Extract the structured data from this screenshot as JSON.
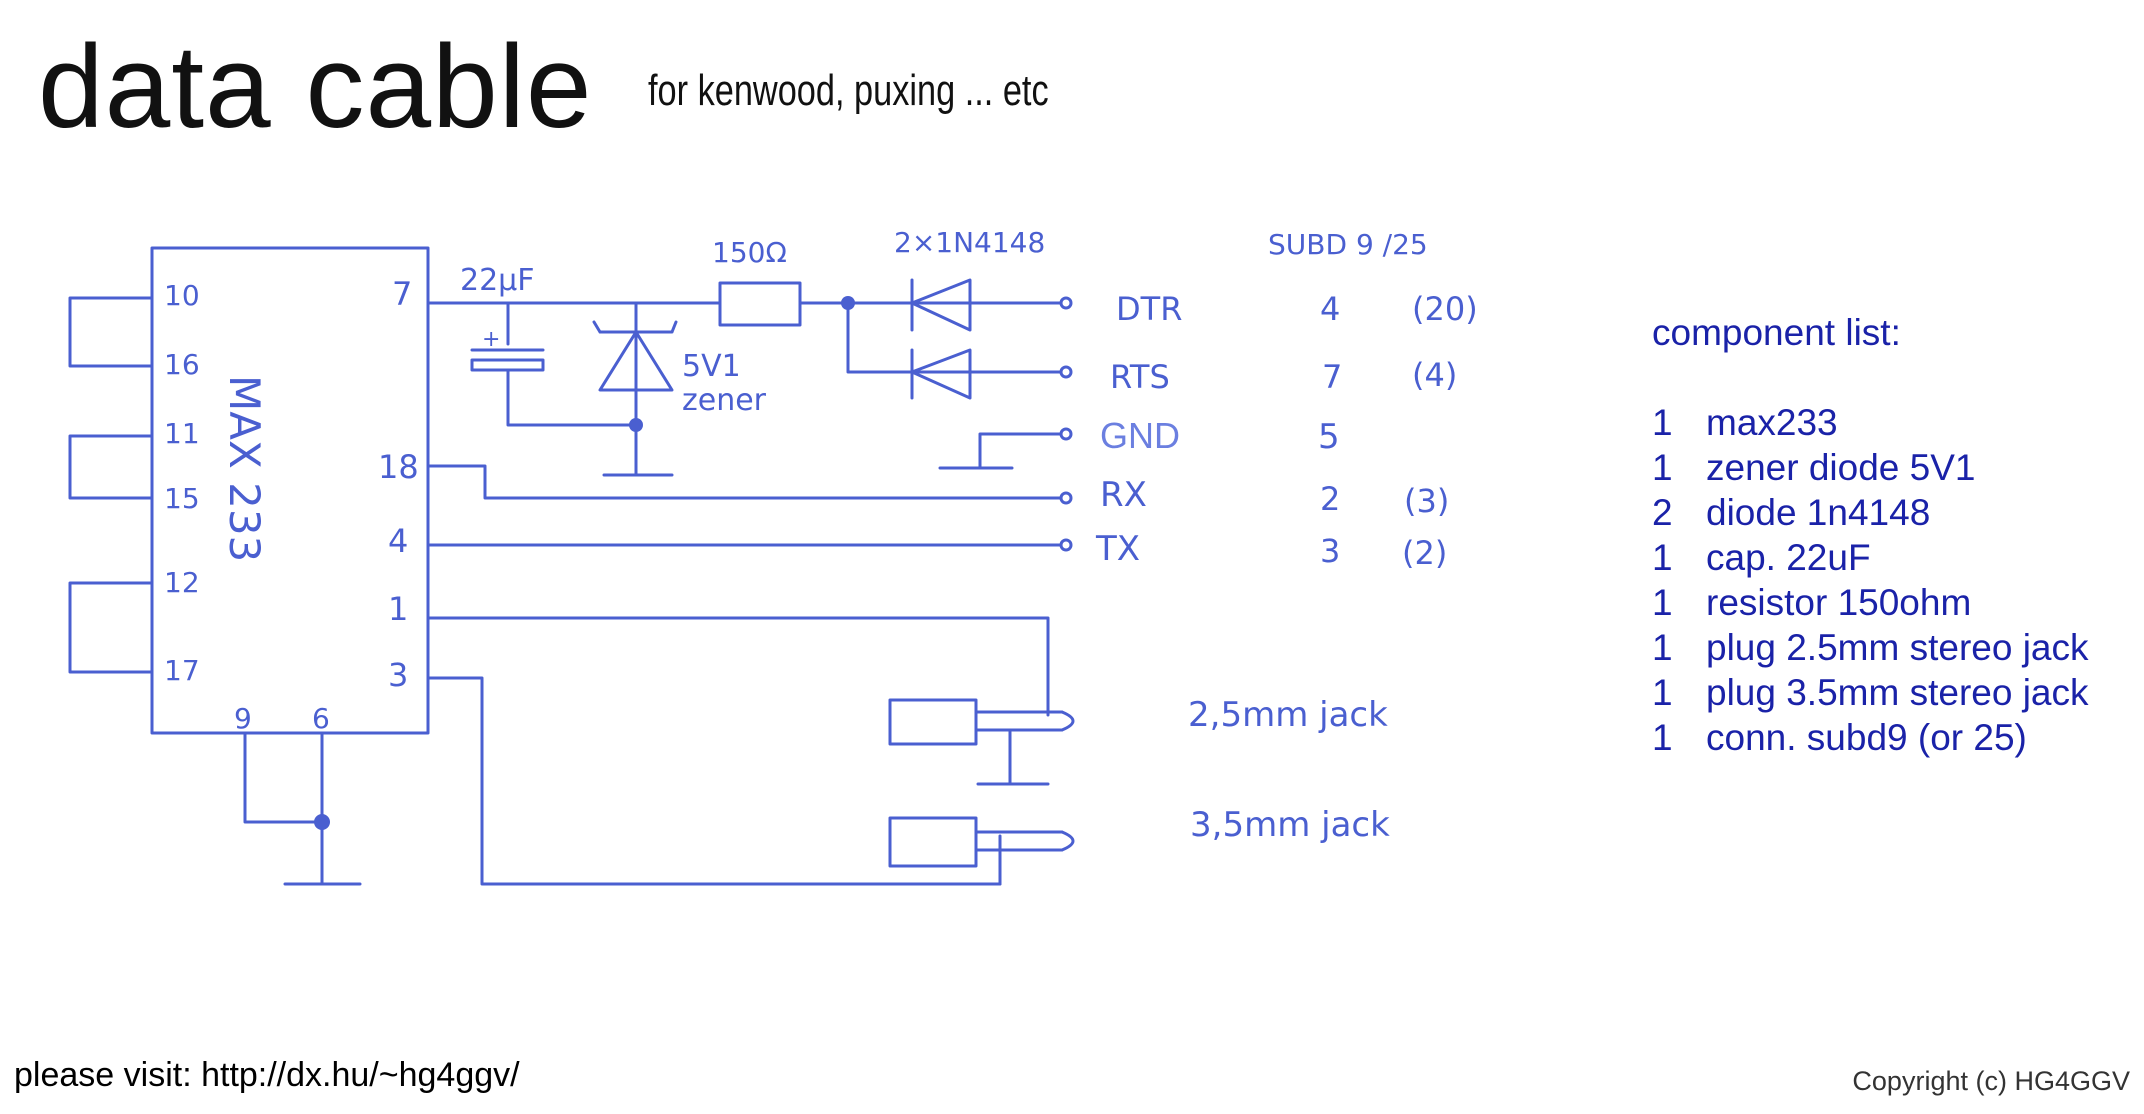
{
  "header": {
    "title": "data cable",
    "subtitle": "for kenwood, puxing ... etc"
  },
  "schematic": {
    "ic_label": "MAX 233",
    "left_pins": [
      "10",
      "16",
      "11",
      "15",
      "12",
      "17"
    ],
    "right_pins": [
      "7",
      "18",
      "4",
      "1",
      "3"
    ],
    "bottom_pins": [
      "9",
      "6"
    ],
    "capacitor": "22μF",
    "resistor": "150Ω",
    "diodes": "2×1N4148",
    "zener_value": "5V1",
    "zener_word": "zener",
    "connector_header": "SUBD 9 /25",
    "signals": [
      {
        "name": "DTR",
        "pin9": "4",
        "pin25": "(20)"
      },
      {
        "name": "RTS",
        "pin9": "7",
        "pin25": "(4)"
      },
      {
        "name": "GND",
        "pin9": "5",
        "pin25": ""
      },
      {
        "name": "RX",
        "pin9": "2",
        "pin25": "(3)"
      },
      {
        "name": "TX",
        "pin9": "3",
        "pin25": "(2)"
      }
    ],
    "jack1": "2,5mm jack",
    "jack2": "3,5mm jack"
  },
  "components": {
    "title": "component list:",
    "items": [
      {
        "qty": "1",
        "name": "max233"
      },
      {
        "qty": "1",
        "name": "zener diode 5V1"
      },
      {
        "qty": "2",
        "name": "diode 1n4148"
      },
      {
        "qty": "1",
        "name": "cap. 22uF"
      },
      {
        "qty": "1",
        "name": "resistor 150ohm"
      },
      {
        "qty": "1",
        "name": "plug 2.5mm stereo jack"
      },
      {
        "qty": "1",
        "name": "plug 3.5mm stereo jack"
      },
      {
        "qty": "1",
        "name": "conn. subd9 (or 25)"
      }
    ]
  },
  "footer": {
    "visit": "please visit: http://dx.hu/~hg4ggv/",
    "copyright": "Copyright (c) HG4GGV"
  },
  "colors": {
    "ink": "#4a5fd0",
    "list": "#1a22a8",
    "text": "#111111"
  }
}
